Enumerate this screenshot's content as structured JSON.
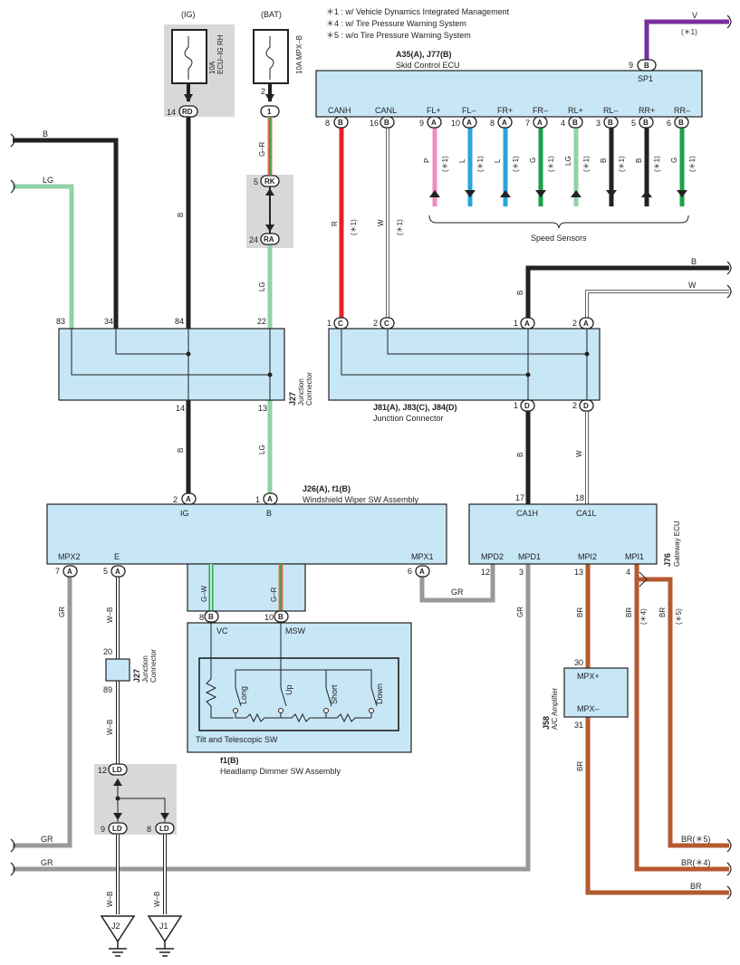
{
  "notes": [
    "＊1 : w/ Vehicle Dynamics Integrated Management",
    "＊4 : w/ Tire Pressure Warning System",
    "＊5 : w/o Tire Pressure Warning System"
  ],
  "fuses": {
    "ig": {
      "source": "(IG)",
      "name": "10A\nECU–IG RH",
      "pin": "14",
      "conn": "RD"
    },
    "bat": {
      "source": "(BAT)",
      "name": "10A MPX–B",
      "pin": "2",
      "conn": "1"
    }
  },
  "skid_ecu": {
    "code": "A35(A), J77(B)",
    "name": "Skid Control ECU",
    "sp1_pin": "9",
    "sp1_conn": "B",
    "sp1_label": "SP1",
    "sp1_wire": "V",
    "sp1_note": "(＊1)",
    "pins": [
      {
        "label": "CANH",
        "num": "8",
        "conn": "B",
        "wire": "R",
        "note": "(＊1)"
      },
      {
        "label": "CANL",
        "num": "16",
        "conn": "B",
        "wire": "W",
        "note": "(＊1)"
      },
      {
        "label": "FL+",
        "num": "9",
        "conn": "A",
        "wire": "P",
        "note": "(＊1)"
      },
      {
        "label": "FL–",
        "num": "10",
        "conn": "A",
        "wire": "L",
        "note": "(＊1)"
      },
      {
        "label": "FR+",
        "num": "8",
        "conn": "A",
        "wire": "L",
        "note": "(＊1)"
      },
      {
        "label": "FR–",
        "num": "7",
        "conn": "A",
        "wire": "G",
        "note": "(＊1)"
      },
      {
        "label": "RL+",
        "num": "4",
        "conn": "B",
        "wire": "LG",
        "note": "(＊1)"
      },
      {
        "label": "RL–",
        "num": "3",
        "conn": "B",
        "wire": "B",
        "note": "(＊1)"
      },
      {
        "label": "RR+",
        "num": "5",
        "conn": "B",
        "wire": "B",
        "note": "(＊1)"
      },
      {
        "label": "RR–",
        "num": "6",
        "conn": "B",
        "wire": "G",
        "note": "(＊1)"
      }
    ],
    "speed_sensors": "Speed Sensors"
  },
  "j27": {
    "code": "J27",
    "name": "Junction\nConnector",
    "top_pins": [
      "83",
      "34",
      "84",
      "22"
    ],
    "bot_pins": [
      "14",
      "13"
    ]
  },
  "rk_ra": {
    "pin1": "5",
    "conn1": "RK",
    "pin2": "24",
    "conn2": "RA"
  },
  "j81": {
    "code": "J81(A), J83(C), J84(D)",
    "name": "Junction Connector",
    "top": [
      {
        "num": "1",
        "conn": "C"
      },
      {
        "num": "2",
        "conn": "C"
      },
      {
        "num": "1",
        "conn": "A"
      },
      {
        "num": "2",
        "conn": "A"
      }
    ],
    "bot": [
      {
        "num": "1",
        "conn": "D"
      },
      {
        "num": "2",
        "conn": "D"
      }
    ]
  },
  "wiper": {
    "code": "J26(A), f1(B)",
    "name": "Windshield Wiper SW Assembly",
    "ig": "IG",
    "b": "B",
    "mpx2": "MPX2",
    "e": "E",
    "mpx1": "MPX1",
    "pin_ig": "2",
    "pin_b": "1",
    "conn": "A",
    "pin_mpx2": "7",
    "pin_e": "5",
    "pin_mpx1": "6",
    "pin_vc": "8",
    "pin_msw": "10",
    "conn_b": "B",
    "vc": "VC",
    "msw": "MSW"
  },
  "gateway": {
    "code": "J76",
    "name": "Gateway ECU",
    "ca1h": "CA1H",
    "ca1l": "CA1L",
    "pin_ca1h": "17",
    "pin_ca1l": "18",
    "mpd2": "MPD2",
    "mpd1": "MPD1",
    "mpi2": "MPI2",
    "mpi1": "MPI1",
    "pin_mpd2": "12",
    "pin_mpd1": "3",
    "pin_mpi2": "13",
    "pin_mpi1": "4"
  },
  "dimmer": {
    "code": "f1(B)",
    "name": "Headlamp Dimmer SW Assembly",
    "inner": "Tilt and Telescopic SW",
    "switches": [
      "Long",
      "Up",
      "Short",
      "Down"
    ]
  },
  "j27b": {
    "code": "J27",
    "name": "Junction\nConnector",
    "pin_top": "20",
    "pin_bot": "89"
  },
  "ld": {
    "pin12": "12",
    "pin9": "9",
    "pin8": "8",
    "conn": "LD"
  },
  "ac": {
    "code": "J58",
    "name": "A/C Amplifier",
    "mpxp": "MPX+",
    "mpxm": "MPX–",
    "pin30": "30",
    "pin31": "31"
  },
  "grounds": [
    "J2",
    "J1"
  ],
  "wire_labels": {
    "B": "B",
    "LG": "LG",
    "GR_BR": "G–R",
    "W": "W",
    "R": "R",
    "GR": "GR",
    "WB": "W–B",
    "GW": "G–W",
    "BR": "BR",
    "BR4": "BR(＊4)",
    "BR5": "BR(＊5)",
    "n4": "(＊4)",
    "n5": "(＊5)"
  }
}
